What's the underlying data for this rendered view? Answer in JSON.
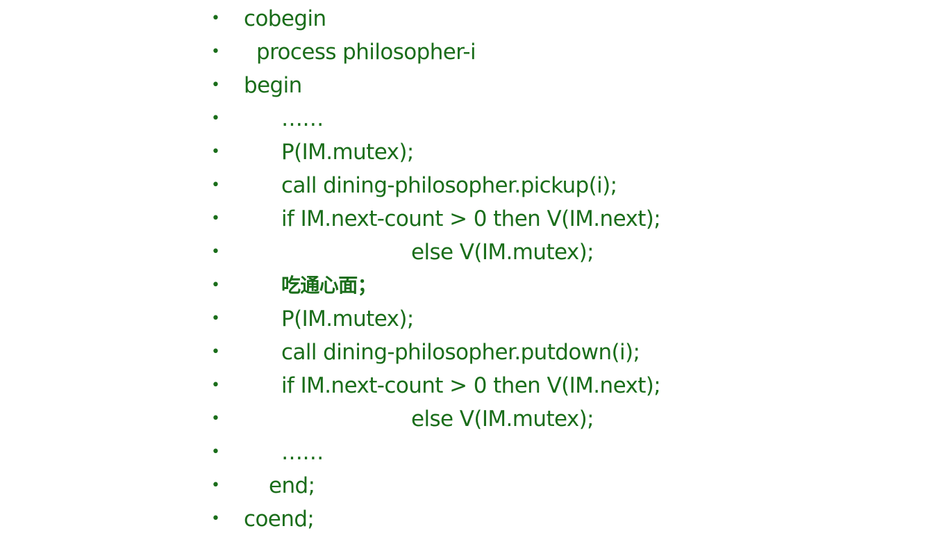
{
  "slide": {
    "lines": [
      {
        "text": "cobegin",
        "indent": 0
      },
      {
        "text": "process philosopher-i",
        "indent": 1
      },
      {
        "text": "begin",
        "indent": 0
      },
      {
        "text": "……",
        "indent": 3
      },
      {
        "text": "P(IM.mutex);",
        "indent": 3
      },
      {
        "text": "call dining-philosopher.pickup(i);",
        "indent": 3
      },
      {
        "text": "if IM.next-count > 0 then V(IM.next);",
        "indent": 3
      },
      {
        "text": "else V(IM.mutex);",
        "indent": 4
      },
      {
        "text": "吃通心面；",
        "indent": 3
      },
      {
        "text": "P(IM.mutex);",
        "indent": 3
      },
      {
        "text": "call dining-philosopher.putdown(i);",
        "indent": 3
      },
      {
        "text": "if IM.next-count > 0 then V(IM.next);",
        "indent": 3
      },
      {
        "text": "else V(IM.mutex);",
        "indent": 4
      },
      {
        "text": "……",
        "indent": 3
      },
      {
        "text": "end;",
        "indent": 2
      },
      {
        "text": "coend;",
        "indent": 0
      }
    ],
    "bullet_char": "•",
    "text_color": "#1a6d1a"
  }
}
